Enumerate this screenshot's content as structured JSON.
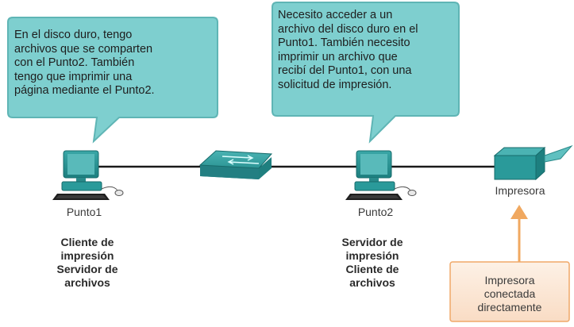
{
  "bubble_left": {
    "text": "En el disco duro, tengo\narchivos que se comparten\ncon el Punto2. También\ntengo que imprimir una\npágina mediante el Punto2."
  },
  "bubble_right": {
    "text": "Necesito acceder a un\narchivo del disco duro en el\nPunto1. También necesito\nimprimir un archivo que\nrecibí del Punto1, con una\nsolicitud de impresión."
  },
  "devices": {
    "pc1": {
      "label": "Punto1",
      "role": "Cliente de\nimpresión\nServidor de\narchivos"
    },
    "pc2": {
      "label": "Punto2",
      "role": "Servidor de\nimpresión\nCliente de\narchivos"
    },
    "printer": {
      "label": "Impresora"
    }
  },
  "callout": {
    "text": "Impresora\nconectada\ndirectamente"
  },
  "colors": {
    "bubble_fill": "#7ecfcf",
    "bubble_border": "#5fb5b5",
    "device_teal": "#2a9a9a",
    "callout_fill": "#fbe8d8",
    "callout_border": "#f0a868",
    "arrow_orange": "#f0a860"
  }
}
